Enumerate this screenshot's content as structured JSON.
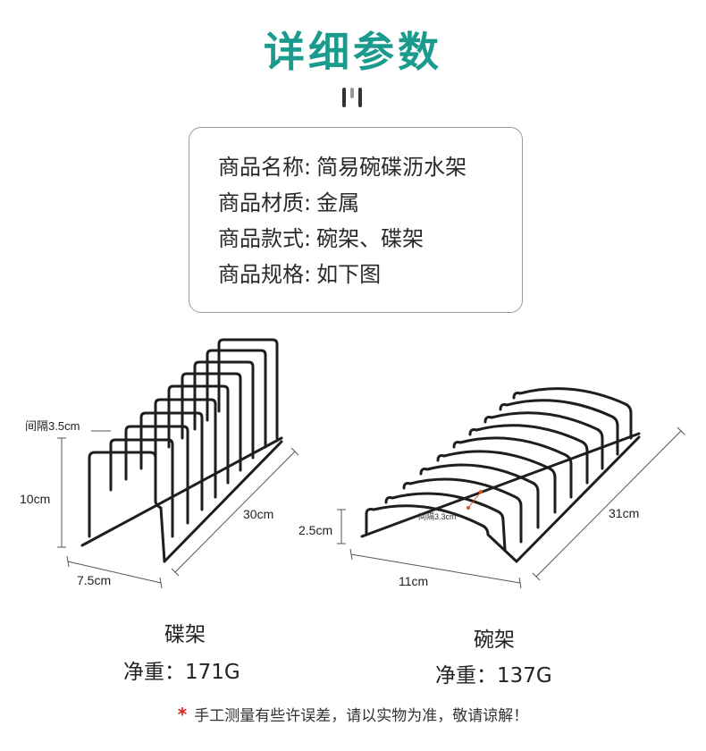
{
  "title": "详细参数",
  "colors": {
    "accent": "#1b9b8e",
    "rack": "#1e1e1e",
    "star": "#e0231b"
  },
  "specs": [
    {
      "label": "商品名称:",
      "value": "简易碗碟沥水架"
    },
    {
      "label": "商品材质:",
      "value": "金属"
    },
    {
      "label": "商品款式:",
      "value": "碗架、碟架"
    },
    {
      "label": "商品规格:",
      "value": "如下图"
    }
  ],
  "plate_rack": {
    "gap": "间隔3.5cm",
    "height": "10cm",
    "length": "30cm",
    "width": "7.5cm",
    "name": "碟架",
    "weight": "净重：171G"
  },
  "bowl_rack": {
    "height": "2.5cm",
    "gap": "间隔3.3cm",
    "length": "31cm",
    "width": "11cm",
    "name": "碗架",
    "weight": "净重：137G"
  },
  "note": {
    "star": "*",
    "text": "手工测量有些许误差，请以实物为准，敬请谅解！"
  }
}
